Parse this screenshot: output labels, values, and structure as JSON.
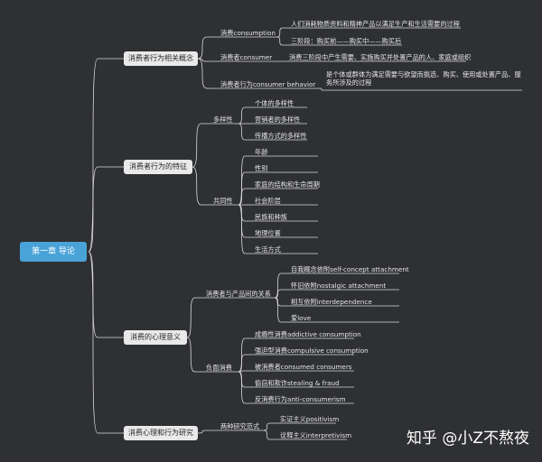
{
  "root": {
    "label": "第一章 导论"
  },
  "branches": [
    {
      "label": "消费者行为相关概念",
      "children": [
        {
          "label": "消费consumption",
          "children": [
            {
              "label": "人们消耗物质资料和精神产品以满足生产和生活需要的过程"
            },
            {
              "label": "三阶段：购买前——购买中——购买后"
            }
          ]
        },
        {
          "label": "消费者consumer",
          "children": [
            {
              "label": "消费三阶段中产生需要、实施购买并处置产品的人、家庭或组织"
            }
          ]
        },
        {
          "label": "消费者行为consumer behavior",
          "children": [
            {
              "label": "是个体或群体为满足需要与欲望而挑选、购买、使用或处置产品、服务所涉及的过程"
            }
          ]
        }
      ]
    },
    {
      "label": "消费者行为的特征",
      "children": [
        {
          "label": "多样性",
          "children": [
            {
              "label": "个体的多样性"
            },
            {
              "label": "营销者的多样性"
            },
            {
              "label": "传播方式的多样性"
            }
          ]
        },
        {
          "label": "共同性",
          "children": [
            {
              "label": "年龄"
            },
            {
              "label": "性别"
            },
            {
              "label": "家庭的结构和生命周期"
            },
            {
              "label": "社会阶层"
            },
            {
              "label": "民族和种族"
            },
            {
              "label": "地理位置"
            },
            {
              "label": "生活方式"
            }
          ]
        }
      ]
    },
    {
      "label": "消费的心理意义",
      "children": [
        {
          "label": "消费者与产品间的关系",
          "children": [
            {
              "label": "自我概念依附self-concept attachment"
            },
            {
              "label": "怀旧依附nostalgic attachment"
            },
            {
              "label": "相互依附interdependence"
            },
            {
              "label": "爱love"
            }
          ]
        },
        {
          "label": "负面消费",
          "children": [
            {
              "label": "成瘾性消费addictive consumption"
            },
            {
              "label": "强迫型消费compulsive consumption"
            },
            {
              "label": "被消费者consumed consumers"
            },
            {
              "label": "偷窃和欺诈stealing & fraud"
            },
            {
              "label": "反消费行为anti-consumerism"
            }
          ]
        }
      ]
    },
    {
      "label": "消费心理和行为研究",
      "children": [
        {
          "label": "两种研究范式",
          "children": [
            {
              "label": "实证主义positivism"
            },
            {
              "label": "诠释主义interpretivism"
            }
          ]
        }
      ]
    }
  ],
  "watermark": "知乎 @小Z不熬夜"
}
